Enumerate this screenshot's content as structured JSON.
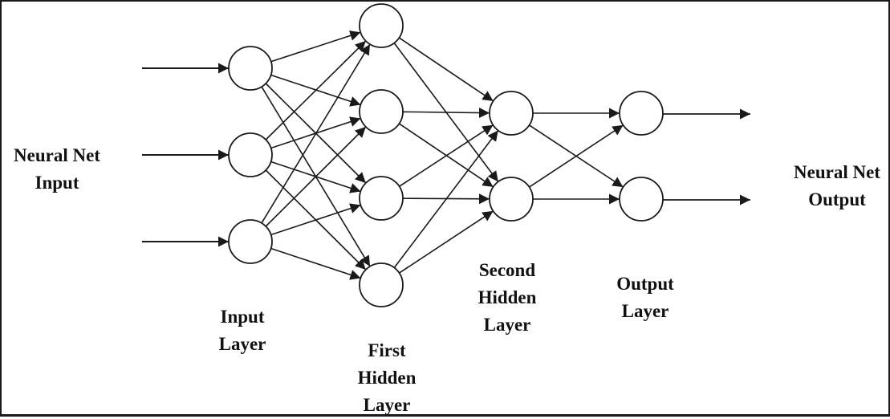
{
  "diagram": {
    "title": "Feed-forward neural network",
    "colors": {
      "stroke": "#1a1a1a",
      "node_fill": "#ffffff",
      "text": "#111111",
      "background": "#ffffff"
    },
    "layers": [
      {
        "id": "input",
        "label_lines": [
          "Input",
          "Layer"
        ],
        "node_count": 3
      },
      {
        "id": "hidden1",
        "label_lines": [
          "First",
          "Hidden",
          "Layer"
        ],
        "node_count": 4
      },
      {
        "id": "hidden2",
        "label_lines": [
          "Second",
          "Hidden",
          "Layer"
        ],
        "node_count": 2
      },
      {
        "id": "output",
        "label_lines": [
          "Output",
          "Layer"
        ],
        "node_count": 2
      }
    ],
    "connections": "fully-connected between consecutive layers",
    "external_input": {
      "label_lines": [
        "Neural Net",
        "Input"
      ],
      "arrow_count": 3
    },
    "external_output": {
      "label_lines": [
        "Neural Net",
        "Output"
      ],
      "arrow_count": 2
    }
  }
}
